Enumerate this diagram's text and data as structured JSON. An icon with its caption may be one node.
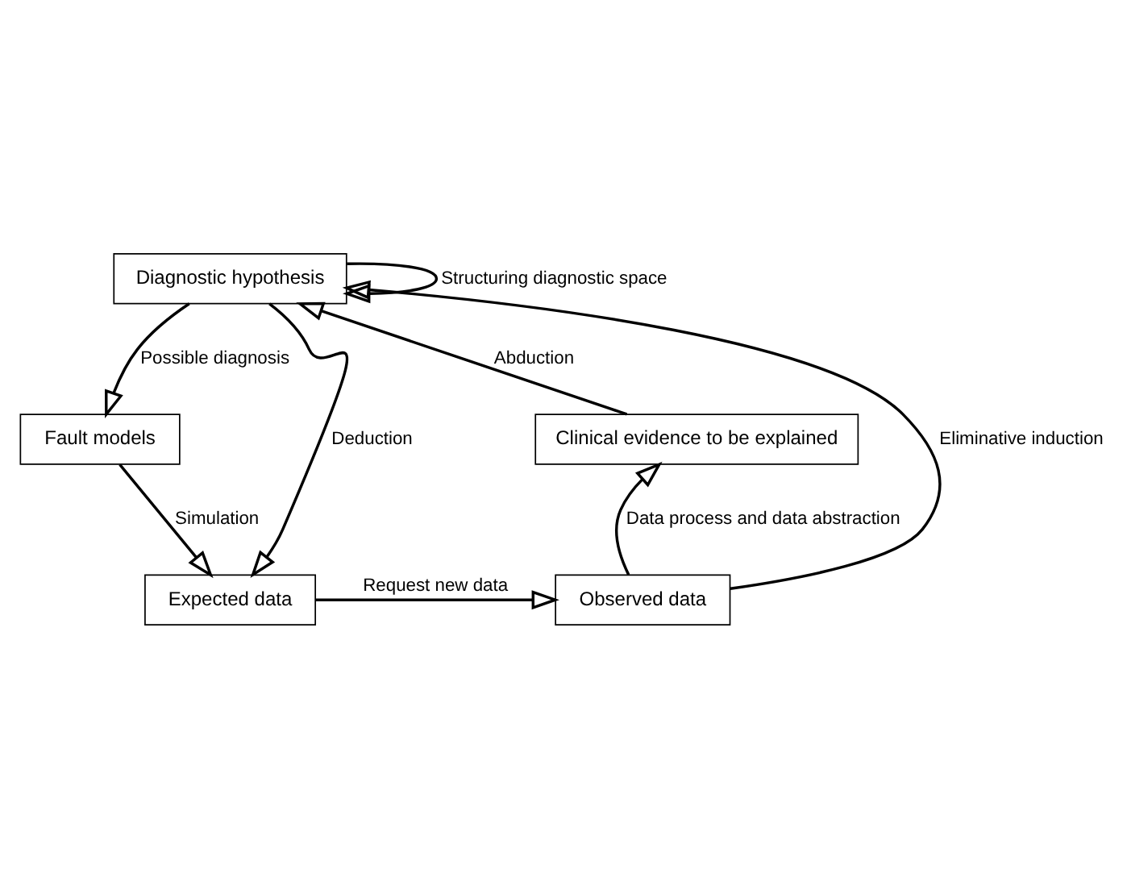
{
  "diagram": {
    "nodes": [
      {
        "text": [
          "Diagnostic hypothesis"
        ]
      },
      {
        "text": [
          "Clinical evidence to be explained"
        ]
      },
      {
        "text": [
          "Fault models"
        ]
      },
      {
        "text": [
          "Observed data"
        ]
      },
      {
        "text": [
          "Expected data"
        ]
      }
    ],
    "edges": [
      {
        "from": 1,
        "to": 0,
        "arrow": "to",
        "label": "Abduction"
      },
      {
        "from": 0,
        "to": 0,
        "arrow": "to",
        "label": "Structuring diagnostic space"
      },
      {
        "from": 0,
        "to": 2,
        "arrow": "to",
        "label": "Possible diagnosis"
      },
      {
        "from": 0,
        "to": 4,
        "arrow": "to",
        "label": "Deduction"
      },
      {
        "from": 3,
        "to": 0,
        "arrow": "to",
        "label": "Eliminative induction"
      },
      {
        "from": 2,
        "to": 4,
        "arrow": "to",
        "label": "Simulation"
      },
      {
        "from": 4,
        "to": 3,
        "arrow": "to",
        "label": "Request new data"
      },
      {
        "from": 3,
        "to": 1,
        "arrow": "to",
        "label": "Data process and data abstraction"
      }
    ]
  }
}
